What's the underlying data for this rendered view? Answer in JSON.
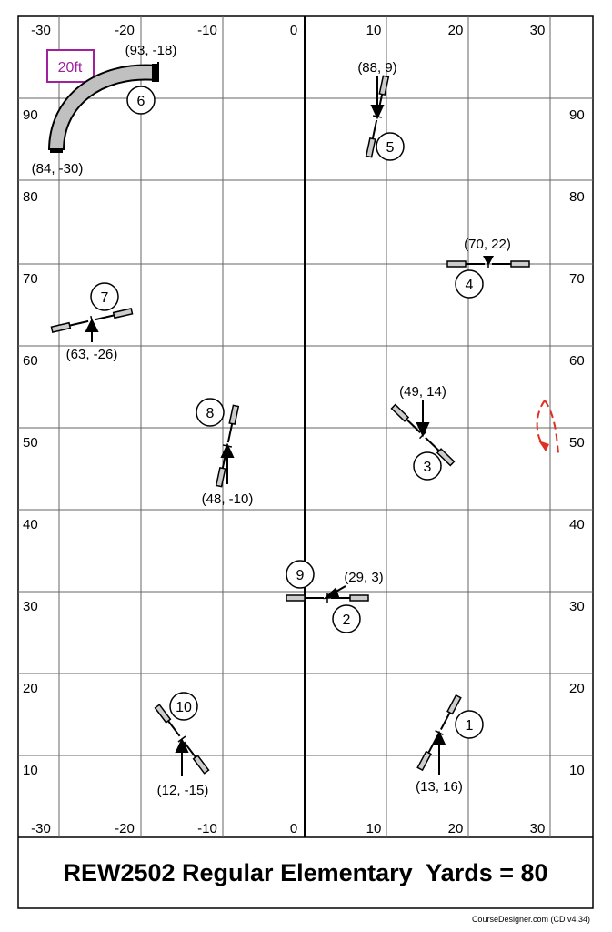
{
  "title": "REW2502 Regular Elementary  Yards = 80",
  "footer": "CourseDesigner.com (CD v4.34)",
  "scale_label": "20ft",
  "x_axis_ticks": [
    "-30",
    "-20",
    "-10",
    "0",
    "10",
    "20",
    "30"
  ],
  "y_axis_ticks": [
    "90",
    "80",
    "70",
    "60",
    "50",
    "40",
    "30",
    "20",
    "10"
  ],
  "colors": {
    "scale": "#a020a0",
    "path": "#e03020",
    "tunnel": "#c0c0c0",
    "wing": "#cccccc"
  },
  "obstacles": [
    {
      "number": "1",
      "type": "jump",
      "coord": "(13, 16)"
    },
    {
      "number": "2",
      "type": "jump",
      "coord": "(29, 3)"
    },
    {
      "number": "3",
      "type": "jump",
      "coord": "(49, 14)"
    },
    {
      "number": "4",
      "type": "jump",
      "coord": "(70, 22)"
    },
    {
      "number": "5",
      "type": "jump",
      "coord": "(88, 9)"
    },
    {
      "number": "6",
      "type": "tunnel",
      "coord": "(93, -18)",
      "coord_end": "(84, -30)"
    },
    {
      "number": "7",
      "type": "jump",
      "coord": "(63, -26)"
    },
    {
      "number": "8",
      "type": "jump",
      "coord": "(48, -10)"
    },
    {
      "number": "9",
      "type": "jump"
    },
    {
      "number": "10",
      "type": "jump",
      "coord": "(12, -15)"
    }
  ]
}
